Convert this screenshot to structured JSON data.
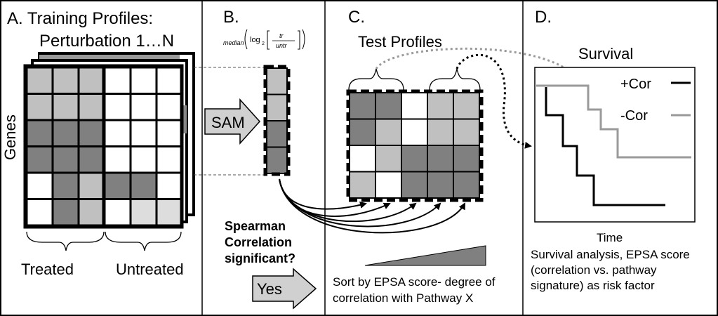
{
  "panels": {
    "a": {
      "title_line1": "A.  Training Profiles:",
      "title_line2": "Perturbation 1…N",
      "genes_label": "Genes",
      "treated_label": "Treated",
      "untreated_label": "Untreated"
    },
    "b": {
      "title": "B.",
      "formula_median": "median",
      "formula_log": "log",
      "formula_base": "2",
      "formula_numerator": "tr",
      "formula_denominator": "untr",
      "sam_label": "SAM",
      "question_line1": "Spearman",
      "question_line2": "Correlation",
      "question_line3": "significant?",
      "yes_label": "Yes"
    },
    "c": {
      "title": "C.",
      "subtitle": "Test Profiles",
      "caption_line1": "Sort by EPSA score- degree of",
      "caption_line2": "correlation with Pathway X"
    },
    "d": {
      "title": "D.",
      "subtitle": "Survival",
      "legend_pos": "+Cor",
      "legend_neg": "-Cor",
      "x_axis_label": "Time",
      "caption_line1": "Survival analysis, EPSA score",
      "caption_line2": "(correlation vs. pathway",
      "caption_line3": "signature) as risk factor"
    }
  },
  "colors": {
    "dark_cell": "#808080",
    "light_cell": "#c0c0c0",
    "white_cell": "#ffffff",
    "pos_cor_line": "#000000",
    "neg_cor_line": "#9a9a9a",
    "arrow_fill": "#d0d0d0"
  },
  "heatmap_a": [
    [
      "l",
      "l",
      "l",
      "w",
      "w",
      "w"
    ],
    [
      "l",
      "l",
      "l",
      "w",
      "w",
      "w"
    ],
    [
      "d",
      "d",
      "d",
      "w",
      "w",
      "w"
    ],
    [
      "d",
      "d",
      "d",
      "w",
      "w",
      "w"
    ],
    [
      "w",
      "d",
      "l",
      "d",
      "d",
      "w"
    ],
    [
      "w",
      "d",
      "l",
      "w",
      "x",
      "x"
    ]
  ],
  "signature_b": [
    "l",
    "l",
    "d",
    "d"
  ],
  "heatmap_c": [
    [
      "d",
      "d",
      "w",
      "l",
      "l"
    ],
    [
      "d",
      "l",
      "w",
      "l",
      "l"
    ],
    [
      "w",
      "l",
      "d",
      "d",
      "d"
    ],
    [
      "l",
      "w",
      "d",
      "d",
      "d"
    ]
  ]
}
